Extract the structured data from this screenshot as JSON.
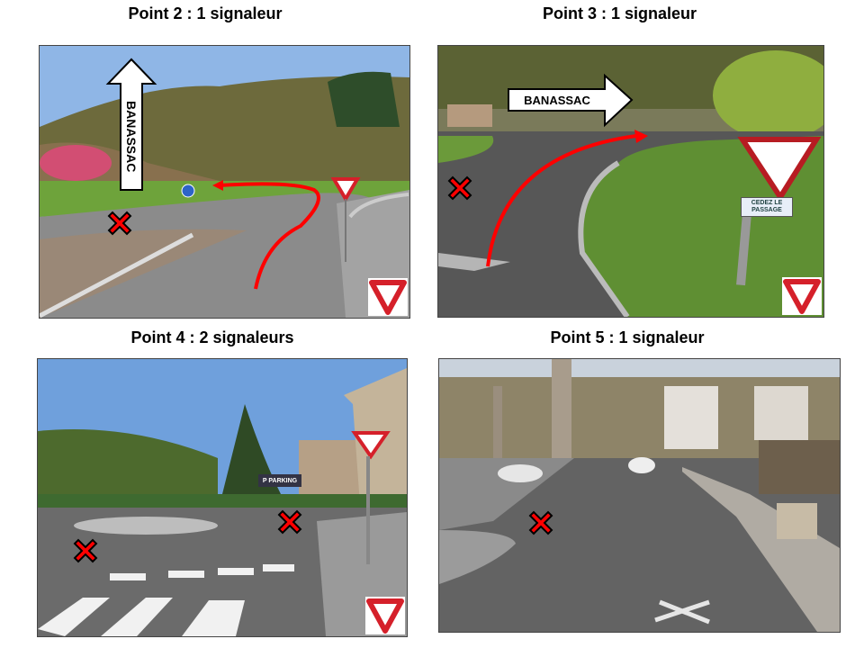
{
  "panels": [
    {
      "title": "Point 2 : 1 signaleur",
      "arrow_label": "BANASSAC"
    },
    {
      "title": "Point 3 : 1 signaleur",
      "arrow_label": "BANASSAC",
      "sign_text": "CEDEZ LE PASSAGE"
    },
    {
      "title": "Point 4 : 2 signaleurs",
      "sign_text": "P PARKING"
    },
    {
      "title": "Point 5 : 1 signaleur"
    }
  ],
  "colors": {
    "marker": "#ff0000",
    "yield_red": "#d5202a"
  }
}
